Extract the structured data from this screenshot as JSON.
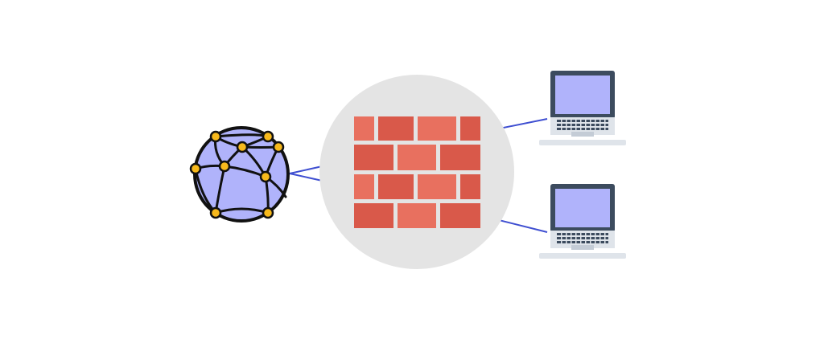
{
  "diagram": {
    "nodes": [
      {
        "id": "internet",
        "icon": "globe-network-icon"
      },
      {
        "id": "firewall",
        "icon": "brick-wall-firewall-icon"
      },
      {
        "id": "laptop-top",
        "icon": "laptop-icon"
      },
      {
        "id": "laptop-bottom",
        "icon": "laptop-icon"
      }
    ],
    "links": [
      {
        "from": "internet",
        "to": "firewall"
      },
      {
        "from": "firewall",
        "to": "laptop-top"
      },
      {
        "from": "firewall",
        "to": "laptop-bottom"
      }
    ]
  },
  "colors": {
    "background": "#ffffff",
    "firewall_circle": "#e4e4e4",
    "brick": "#e8705f",
    "brick_dark": "#d9594a",
    "mortar": "#e4e4e4",
    "connector": "#3f4fd1",
    "globe_fill": "#b0b3fb",
    "globe_outline": "#111111",
    "node_dot": "#f7b91c",
    "laptop_screen": "#b0b3fb",
    "laptop_frame": "#3c4b5e",
    "laptop_base": "#dfe4ea",
    "laptop_keys": "#3c4b5e"
  }
}
